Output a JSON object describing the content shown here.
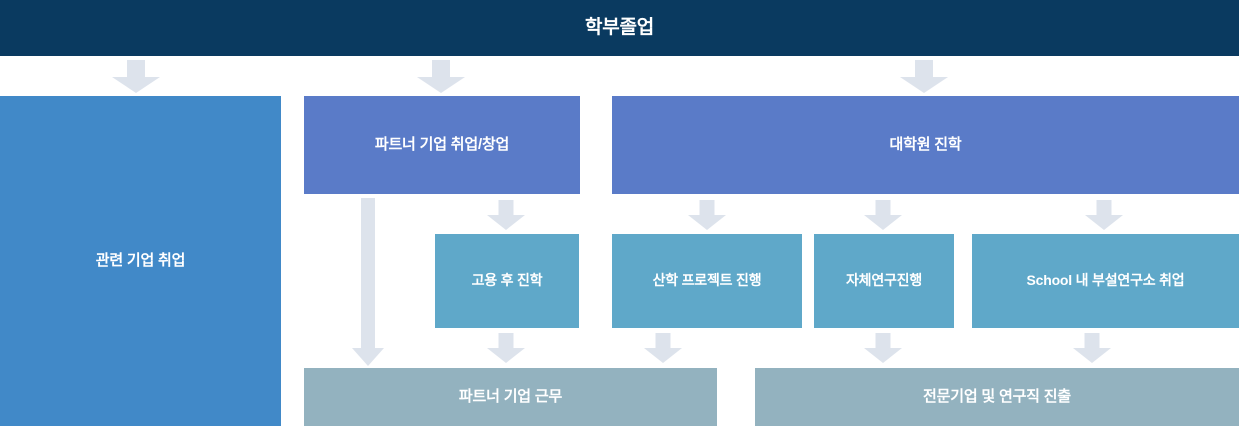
{
  "diagram": {
    "title": "학부졸업",
    "type": "flow-diagram",
    "colors": {
      "header": "#0a3a60",
      "primary": "#4189c8",
      "branch": "#5a7bc8",
      "sub": "#5fa8c9",
      "outcome": "#93b2bf",
      "arrow": "#dde3ec",
      "text": "#ffffff",
      "background": "#ffffff"
    },
    "levels": {
      "root": {
        "label": "학부졸업"
      },
      "primary": [
        {
          "id": "related-company",
          "label": "관련 기업 취업"
        }
      ],
      "branches": [
        {
          "id": "partner-company",
          "label": "파트너 기업 취업/창업"
        },
        {
          "id": "graduate-school",
          "label": "대학원 진학"
        }
      ],
      "subs": [
        {
          "id": "employ-then-study",
          "label": "고용 후 진학"
        },
        {
          "id": "industry-academic-project",
          "label": "산학 프로젝트 진행"
        },
        {
          "id": "own-research",
          "label": "자체연구진행"
        },
        {
          "id": "school-institute-job",
          "label": "School 내 부설연구소 취업"
        }
      ],
      "outcomes": [
        {
          "id": "partner-company-work",
          "label": "파트너 기업 근무"
        },
        {
          "id": "specialized-research-career",
          "label": "전문기업 및 연구직 진출"
        }
      ]
    },
    "arrows": [
      {
        "id": "arrow-root-to-related",
        "from": "학부졸업",
        "to": "관련 기업 취업"
      },
      {
        "id": "arrow-root-to-partner",
        "from": "학부졸업",
        "to": "파트너 기업 취업/창업"
      },
      {
        "id": "arrow-root-to-grad",
        "from": "학부졸업",
        "to": "대학원 진학"
      },
      {
        "id": "arrow-partner-to-work",
        "from": "파트너 기업 취업/창업",
        "to": "파트너 기업 근무"
      },
      {
        "id": "arrow-partner-to-employ-study",
        "from": "파트너 기업 취업/창업",
        "to": "고용 후 진학"
      },
      {
        "id": "arrow-grad-to-project",
        "from": "대학원 진학",
        "to": "산학 프로젝트 진행"
      },
      {
        "id": "arrow-grad-to-research",
        "from": "대학원 진학",
        "to": "자체연구진행"
      },
      {
        "id": "arrow-grad-to-institute",
        "from": "대학원 진학",
        "to": "School 내 부설연구소 취업"
      },
      {
        "id": "arrow-employ-study-to-work",
        "from": "고용 후 진학",
        "to": "파트너 기업 근무"
      },
      {
        "id": "arrow-project-to-work",
        "from": "산학 프로젝트 진행",
        "to": "파트너 기업 근무"
      },
      {
        "id": "arrow-research-to-career",
        "from": "자체연구진행",
        "to": "전문기업 및 연구직 진출"
      },
      {
        "id": "arrow-institute-to-career",
        "from": "School 내 부설연구소 취업",
        "to": "전문기업 및 연구직 진출"
      }
    ]
  }
}
